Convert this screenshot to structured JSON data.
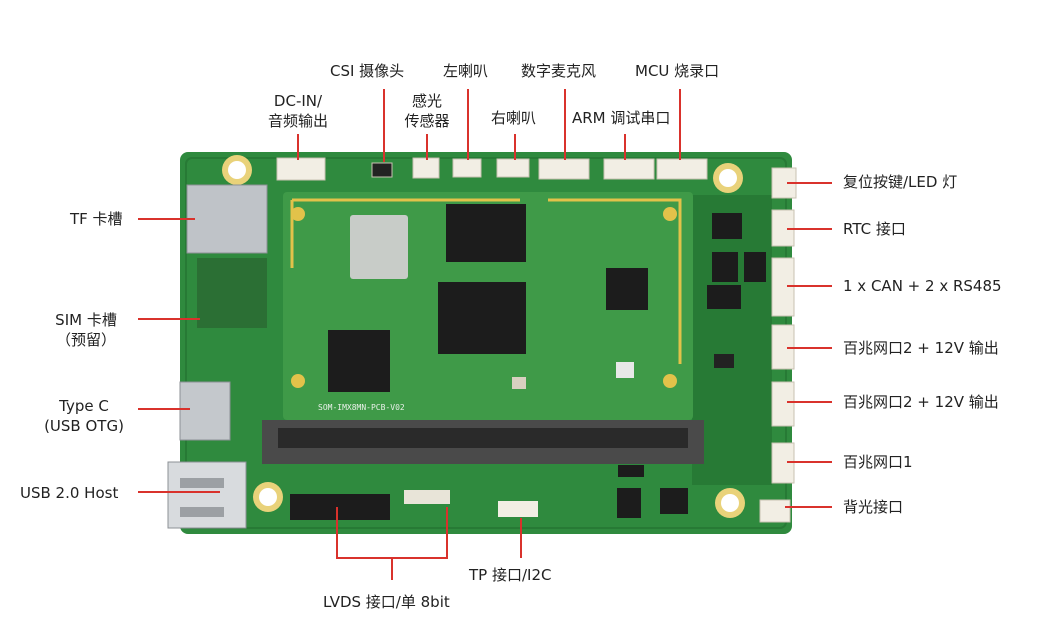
{
  "labels": {
    "csi": "CSI 摄像头",
    "spk_left": "左喇叭",
    "dmic": "数字麦克风",
    "mcu": "MCU 烧录口",
    "dcin_1": "DC-IN/",
    "dcin_2": "音频输出",
    "light_1": "感光",
    "light_2": "传感器",
    "spk_right": "右喇叭",
    "arm": "ARM 调试串口",
    "reset": "复位按键/LED 灯",
    "tf": "TF 卡槽",
    "rtc": "RTC 接口",
    "can": "1 x CAN + 2 x RS485",
    "sim_1": "SIM 卡槽",
    "sim_2": "（预留）",
    "eth2a": "百兆网口2 + 12V 输出",
    "typec_1": "Type C",
    "typec_2": "(USB OTG)",
    "eth2b": "百兆网口2 + 12V 输出",
    "eth1": "百兆网口1",
    "usb": "USB 2.0 Host",
    "backlight": "背光接口",
    "tp": "TP 接口/I2C",
    "lvds": "LVDS 接口/单 8bit"
  },
  "board": {
    "silkscreen": "SOM-IMX8MN-PCB-V02",
    "colors": {
      "pcb": "#2f8a3e",
      "pcb_dark": "#1f6b2c",
      "module": "#3f9a48",
      "gold": "#e2c24a",
      "leader": "#d9322c",
      "chip": "#1c1c1c",
      "connector": "#f2eee4"
    }
  }
}
